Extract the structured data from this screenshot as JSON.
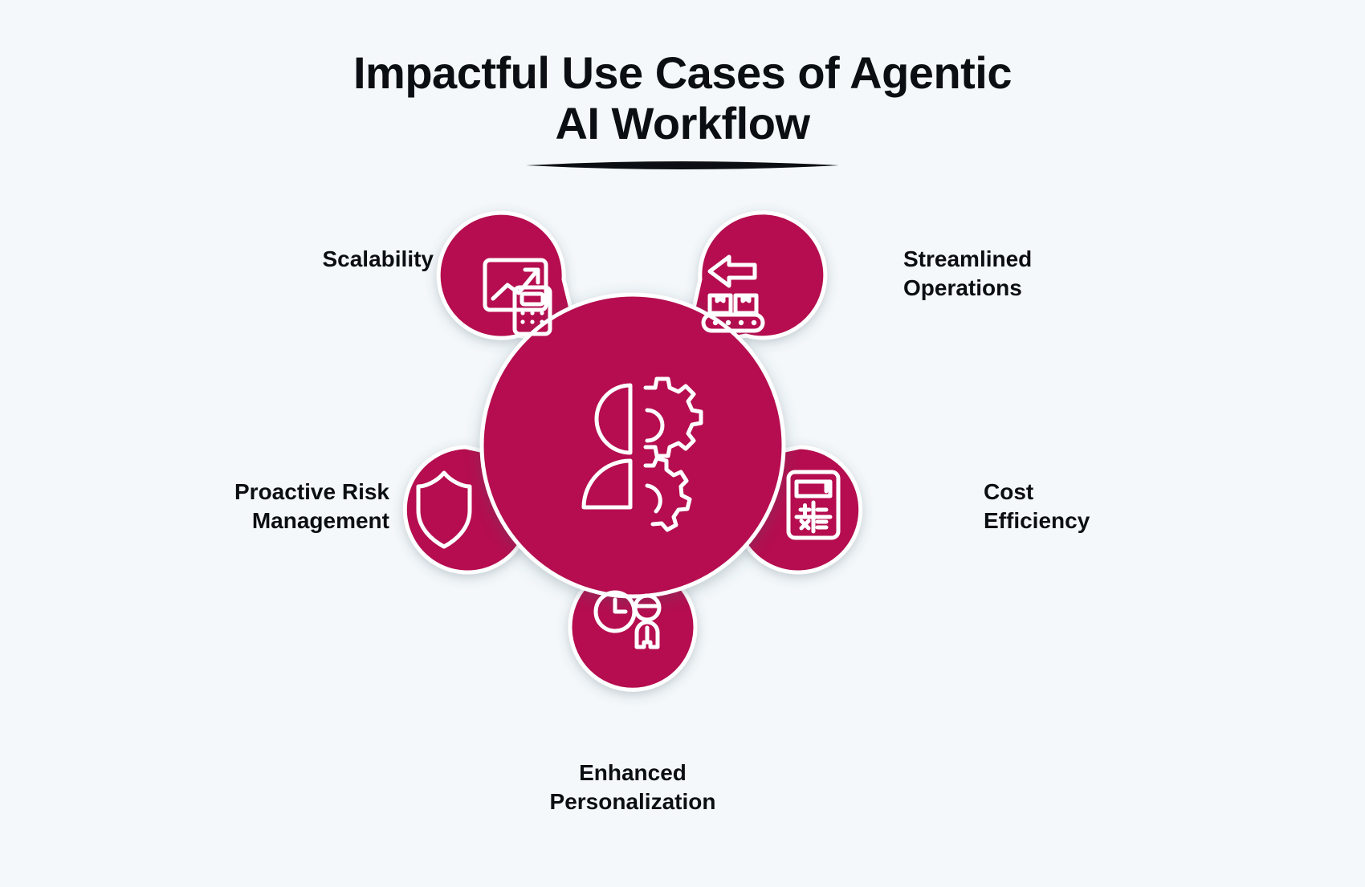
{
  "page": {
    "background_color": "#f4f8fb",
    "accent_color": "#b5104f",
    "outline_color": "#ffffff",
    "text_color": "#0b0e12"
  },
  "title": {
    "line1": "Impactful Use Cases of Agentic",
    "line2": "AI Workflow",
    "full": "Impactful Use Cases of Agentic AI Workflow",
    "underline": "lens-underline"
  },
  "center": {
    "icon": "brain-gear-icon",
    "label": ""
  },
  "nodes": [
    {
      "id": "scalability",
      "label": "Scalability",
      "icon": "growth-chart-calculator-icon",
      "position": "top-left",
      "label_align": "right"
    },
    {
      "id": "streamlined-operations",
      "label": "Streamlined\nOperations",
      "icon": "conveyor-belt-arrow-icon",
      "position": "top-right",
      "label_align": "left"
    },
    {
      "id": "cost-efficiency",
      "label": "Cost\nEfficiency",
      "icon": "calculator-icon",
      "position": "right",
      "label_align": "left"
    },
    {
      "id": "enhanced-personalization",
      "label": "Enhanced\nPersonalization",
      "icon": "clock-person-icon",
      "position": "bottom",
      "label_align": "center"
    },
    {
      "id": "proactive-risk-management",
      "label": "Proactive Risk\nManagement",
      "icon": "shield-icon",
      "position": "left",
      "label_align": "right"
    }
  ]
}
